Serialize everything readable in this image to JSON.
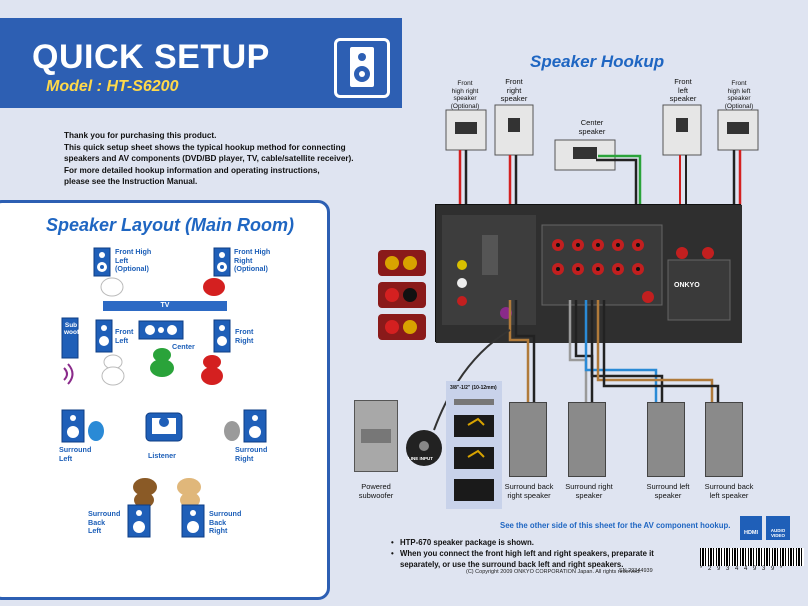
{
  "header": {
    "title": "QUICK SETUP",
    "model": "Model : HT-S6200",
    "icon": "speaker-icon"
  },
  "intro": {
    "lines": [
      "Thank you for purchasing this product.",
      "This quick setup sheet shows the typical hookup method for connecting",
      "speakers and AV components (DVD/BD player, TV, cable/satellite receiver).",
      "For more detailed hookup information and operating instructions,",
      "please see the Instruction Manual."
    ]
  },
  "layout": {
    "title": "Speaker Layout (Main Room)",
    "tv": "TV",
    "front_high_left": [
      "Front High",
      "Left",
      "(Optional)"
    ],
    "front_high_right": [
      "Front High",
      "Right",
      "(Optional)"
    ],
    "front_left": [
      "Front",
      "Left"
    ],
    "center": "Center",
    "front_right": [
      "Front",
      "Right"
    ],
    "subwoofer": [
      "Sub",
      "woofer"
    ],
    "surround_left": [
      "Surround",
      "Left"
    ],
    "listener": "Listener",
    "surround_right": [
      "Surround",
      "Right"
    ],
    "surround_back_left": [
      "Surround",
      "Back",
      "Left"
    ],
    "surround_back_right": [
      "Surround",
      "Back",
      "Right"
    ],
    "colors": {
      "front_left": "#ffffff",
      "front_right": "#d42020",
      "center": "#2aa33a",
      "surround_left": "#2a8ad6",
      "surround_right": "#9a9a9a",
      "surround_back_left": "#8a5a26",
      "surround_back_right": "#e0b77a",
      "subwoofer": "#8a2a8a"
    }
  },
  "hookup": {
    "title": "Speaker Hookup",
    "labels": {
      "front_high_right": [
        "Front",
        "high right",
        "speaker",
        "(Optional)"
      ],
      "front_right": [
        "Front",
        "right",
        "speaker"
      ],
      "center": [
        "Center",
        "speaker"
      ],
      "front_left": [
        "Front",
        "left",
        "speaker"
      ],
      "front_high_left": [
        "Front",
        "high left",
        "speaker",
        "(Optional)"
      ],
      "powered_subwoofer": [
        "Powered",
        "subwoofer"
      ],
      "surround_back_right": [
        "Surround back",
        "right speaker"
      ],
      "surround_right": [
        "Surround right",
        "speaker"
      ],
      "surround_left": [
        "Surround left",
        "speaker"
      ],
      "surround_back_left": [
        "Surround back",
        "left speaker"
      ]
    },
    "strip_length": "3/8\"-1/2\" (10-12mm)",
    "line_input": "LINE INPUT",
    "receiver_brand": "ONKYO"
  },
  "footer": {
    "note": "See the other side of this sheet for the AV component hookup.",
    "bullets": [
      "HTP-670 speaker package is shown.",
      "When you connect the front high left and right speakers, preparate it",
      "separately, or use the surround back left and right speakers."
    ],
    "copyright": "(C) Copyright 2009 ONKYO CORPORATION Japan. All rights reserved.",
    "serial": "SN 29344939",
    "barcode_number": "* 2 9 3 4 4 9 3 9 *",
    "logos": [
      "HDMI",
      "AUDIO VIDEO"
    ]
  }
}
